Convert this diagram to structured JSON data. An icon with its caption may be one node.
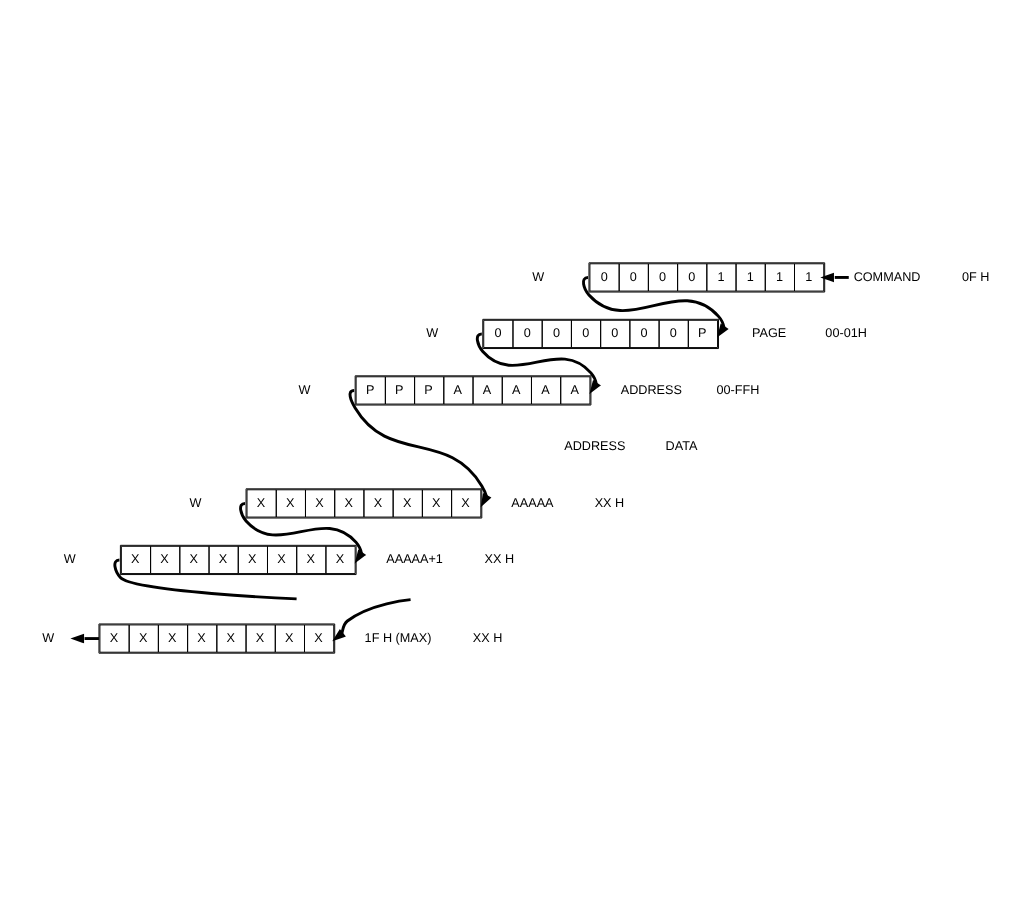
{
  "diagram": {
    "nodes": [
      {
        "text": [
          "0",
          "0",
          "0",
          "0",
          "1",
          "1",
          "1",
          "1"
        ]
      },
      {
        "text": [
          "COMMAND"
        ]
      },
      {
        "text": [
          "0",
          "0",
          "0",
          "0",
          "0",
          "0",
          "0",
          "P"
        ]
      },
      {
        "text": [
          "P",
          "P",
          "P",
          "A",
          "A",
          "A",
          "A",
          "A"
        ]
      },
      {
        "text": [
          "X",
          "X",
          "X",
          "X",
          "X",
          "X",
          "X",
          "X"
        ]
      },
      {
        "text": [
          "X",
          "X",
          "X",
          "X",
          "X",
          "X",
          "X",
          "X"
        ]
      },
      {
        "text": [
          "X",
          "X",
          "X",
          "X",
          "X",
          "X",
          "X",
          "X"
        ]
      },
      {
        "text": [
          "W"
        ]
      }
    ],
    "edges": [
      {
        "from": 1,
        "to": 0,
        "arrow": "to"
      },
      {
        "from": 0,
        "to": 2,
        "arrow": "to"
      },
      {
        "from": 2,
        "to": 3,
        "arrow": "to"
      },
      {
        "from": 3,
        "to": 4,
        "arrow": "to"
      },
      {
        "from": 4,
        "to": 5,
        "arrow": "to"
      },
      {
        "from": 5,
        "to": null,
        "arrow": "none"
      },
      {
        "from": null,
        "to": 6,
        "arrow": "to"
      },
      {
        "from": 6,
        "to": 7,
        "arrow": "to"
      }
    ],
    "labels": [
      "W",
      "0F H",
      "W",
      "PAGE",
      "00-01H",
      "W",
      "ADDRESS",
      "00-FFH",
      "ADDRESS",
      "DATA",
      "W",
      "AAAAA",
      "XX H",
      "W",
      "AAAAA+1",
      "XX H",
      "1F H (MAX)",
      "XX H"
    ]
  }
}
